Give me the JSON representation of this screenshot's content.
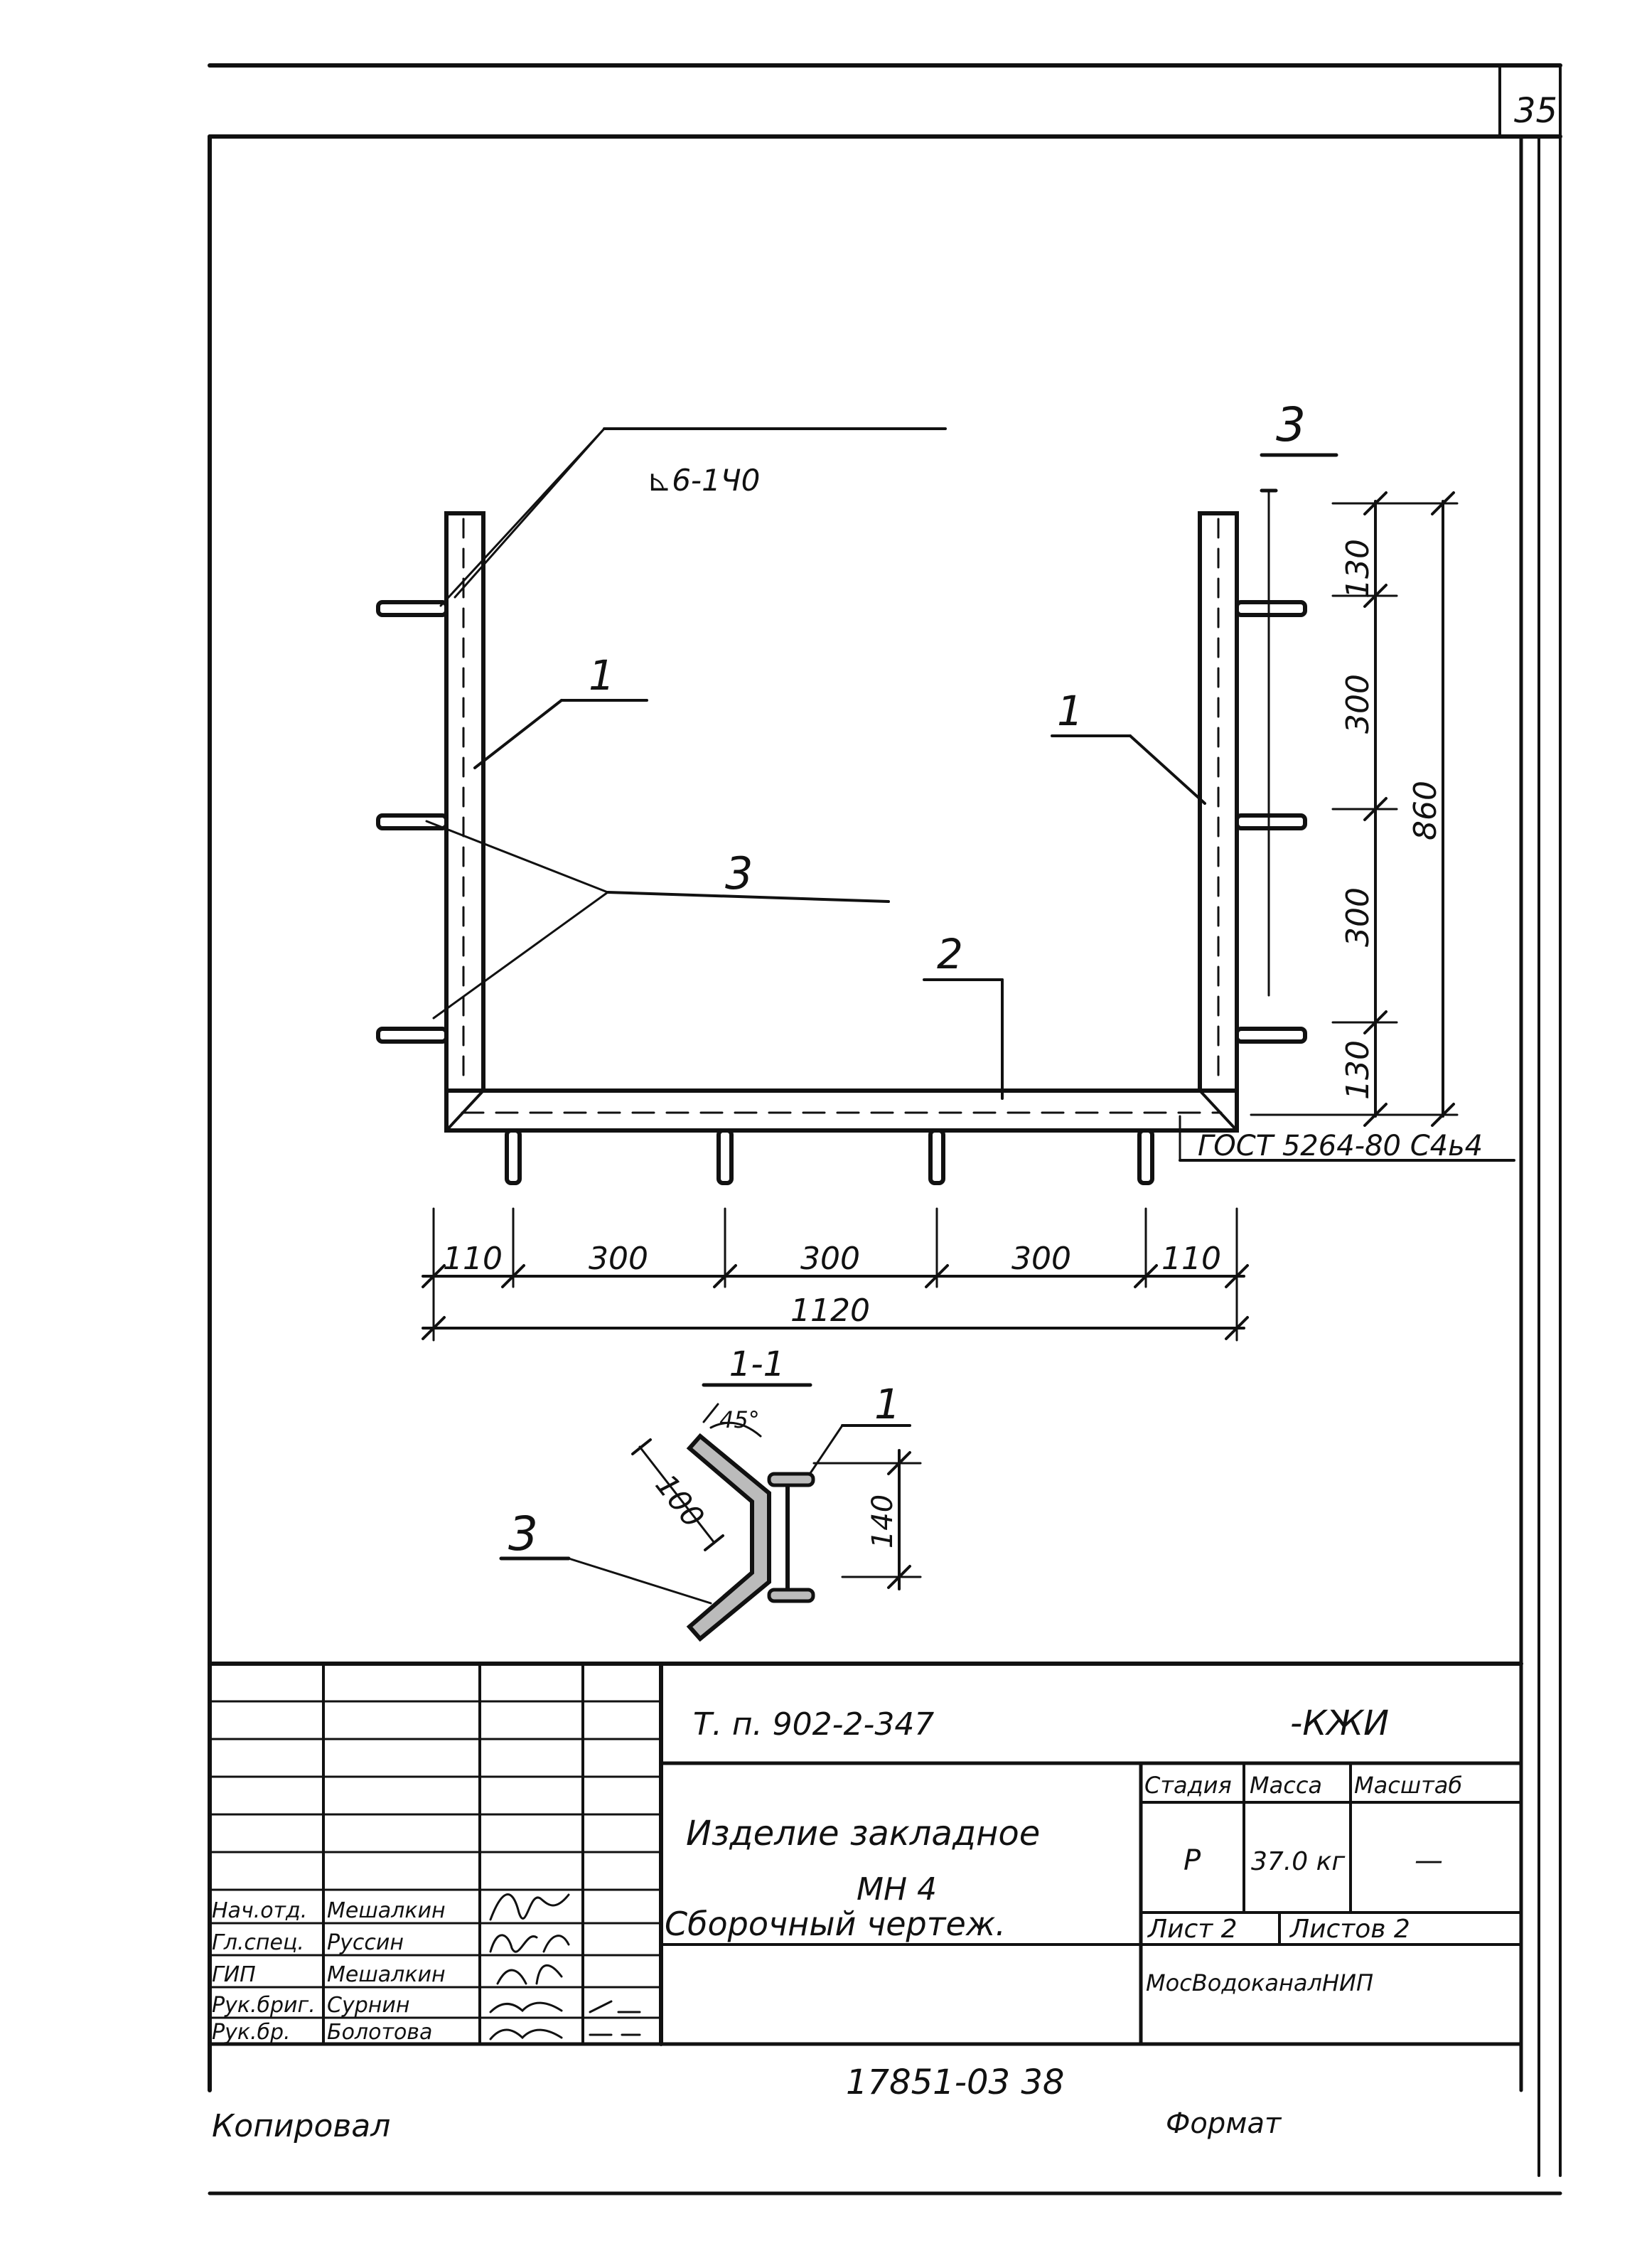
{
  "sheet": {
    "number": "35"
  },
  "drawing": {
    "weld_note": "⊾6-1Ч0",
    "section_view_label": "3",
    "callouts": {
      "pos1_left": "1",
      "pos1_right": "1",
      "pos2": "2",
      "pos3": "3",
      "pos3_section": "3",
      "pos1_section": "1"
    },
    "dims_vertical": [
      "130",
      "300",
      "300",
      "130"
    ],
    "dim_vertical_total": "860",
    "dims_horizontal": [
      "110",
      "300",
      "300",
      "300",
      "110"
    ],
    "dim_horizontal_total": "1120",
    "profile_note": "ГОСТ 5264-80 С4ь4",
    "section": {
      "title": "1-1",
      "angle": "45°",
      "leg": "100",
      "height": "140"
    }
  },
  "title_block": {
    "project_code": "Т. п. 902-2-347",
    "set_code": "-КЖИ",
    "item_title": "Изделие закладное",
    "item_mark": "МН 4",
    "drawing_type": "Сборочный чертеж.",
    "headers": {
      "stage": "Стадия",
      "mass": "Масса",
      "scale": "Масштаб"
    },
    "stage": "Р",
    "mass": "37.0 кг",
    "scale": "—",
    "sheet_label": "Лист 2",
    "sheets_label": "Листов 2",
    "organization": "МосВодоканалНИП",
    "signatures": [
      {
        "role": "Нач.отд.",
        "name": "Мешалкин"
      },
      {
        "role": "Гл.спец.",
        "name": "Руссин"
      },
      {
        "role": "ГИП",
        "name": "Мешалкин"
      },
      {
        "role": "Рук.бриг.",
        "name": "Сурнин"
      },
      {
        "role": "Рук.бр.",
        "name": "Болотова"
      }
    ]
  },
  "footer": {
    "copied_label": "Копировал",
    "doc_number": "17851-03 38",
    "format_label": "Формат"
  }
}
